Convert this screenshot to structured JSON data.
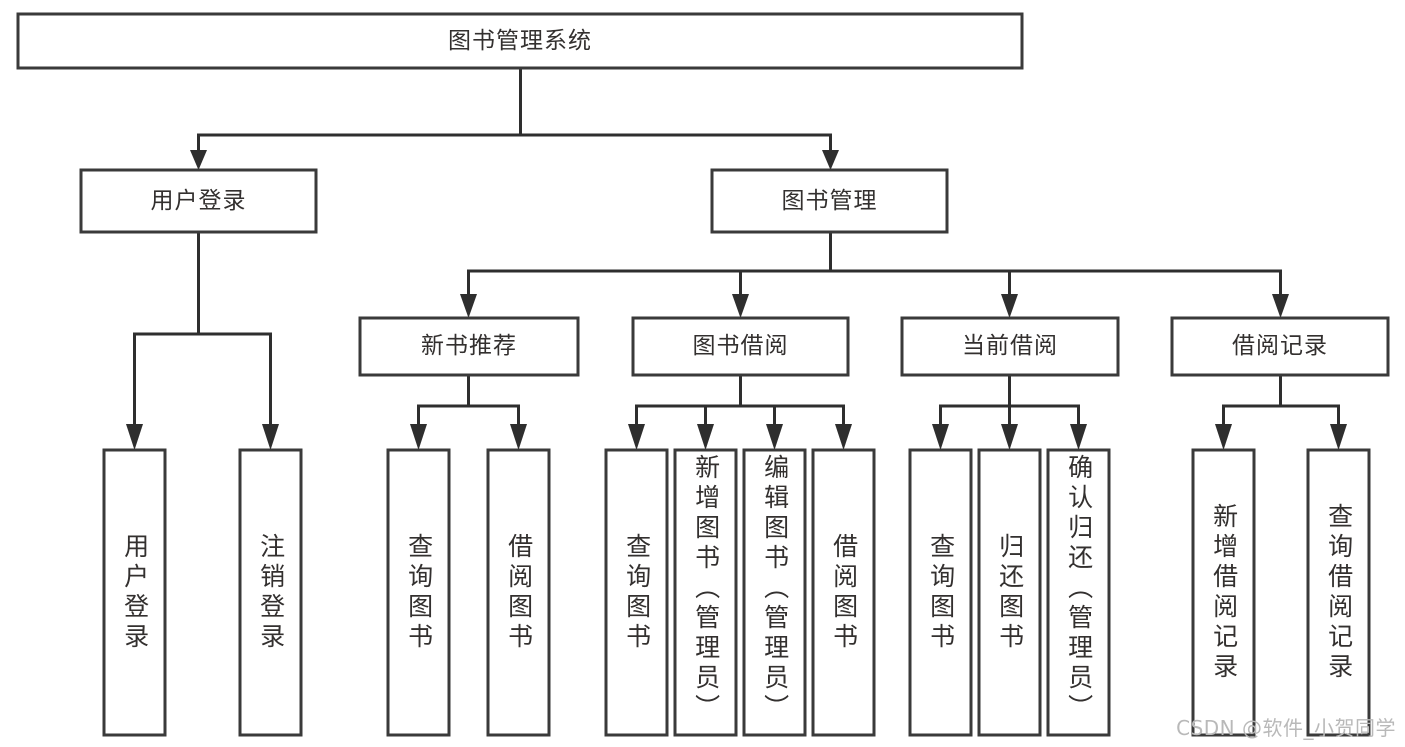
{
  "diagram": {
    "title": "图书管理系统",
    "type": "tree-hierarchy-chart",
    "orientation": "top-down",
    "colors": {
      "box_fill": "#ffffff",
      "box_stroke": "#3a3a3a",
      "connector": "#2e2e2e",
      "text": "#33302f",
      "background": "#ffffff",
      "watermark": "#b9b9b9"
    }
  },
  "watermark": {
    "text": "CSDN @软件_小贺同学"
  },
  "nodes": {
    "root": {
      "label": "图书管理系统"
    },
    "level2": [
      {
        "id": "user-login",
        "label": "用户登录"
      },
      {
        "id": "book-manage",
        "label": "图书管理"
      }
    ],
    "level3": [
      {
        "id": "new-book-recommend",
        "label": "新书推荐"
      },
      {
        "id": "book-borrow",
        "label": "图书借阅"
      },
      {
        "id": "current-borrow",
        "label": "当前借阅"
      },
      {
        "id": "borrow-record",
        "label": "借阅记录"
      }
    ],
    "leaves": {
      "user_login": [
        {
          "id": "leaf-user-login",
          "label": "用户登录"
        },
        {
          "id": "leaf-logout-login",
          "label": "注销登录"
        }
      ],
      "new_book_recommend": [
        {
          "id": "leaf-query-book-1",
          "label": "查询图书"
        },
        {
          "id": "leaf-borrow-book-1",
          "label": "借阅图书"
        }
      ],
      "book_borrow": [
        {
          "id": "leaf-query-book-2",
          "label": "查询图书"
        },
        {
          "id": "leaf-add-book",
          "label": "新增图书（管理员）"
        },
        {
          "id": "leaf-edit-book",
          "label": "编辑图书（管理员）"
        },
        {
          "id": "leaf-borrow-book-2",
          "label": "借阅图书"
        }
      ],
      "current_borrow": [
        {
          "id": "leaf-query-book-3",
          "label": "查询图书"
        },
        {
          "id": "leaf-return-book",
          "label": "归还图书"
        },
        {
          "id": "leaf-confirm-return",
          "label": "确认归还（管理员）"
        }
      ],
      "borrow_record": [
        {
          "id": "leaf-add-borrow-record",
          "label": "新增借阅记录"
        },
        {
          "id": "leaf-query-borrow-record",
          "label": "查询借阅记录"
        }
      ]
    }
  }
}
